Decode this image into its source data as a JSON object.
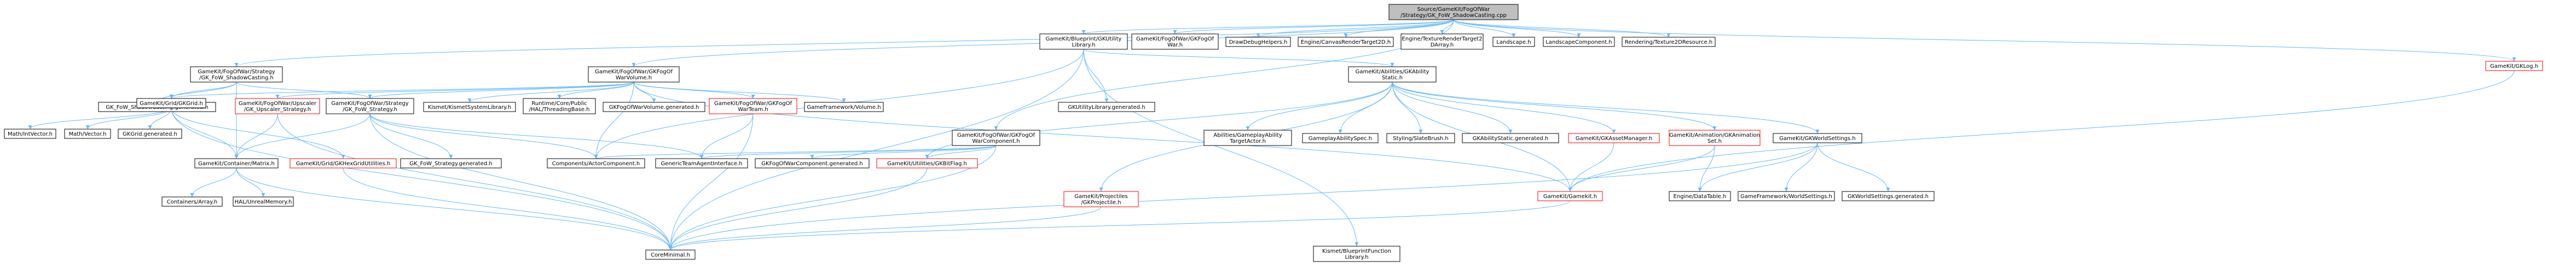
{
  "colors": {
    "edge": "#63b8ff",
    "edge_alt": "#b08ea8",
    "node_border": "#000000",
    "node_border_missing": "#ff0000",
    "root_fill": "#bfbfbf",
    "node_fill": "#ffffff"
  },
  "nodes": [
    {
      "id": "root",
      "lines": [
        "Source/GameKit/FogOfWar",
        "/Strategy/GK_FoW_ShadowCasting.cpp"
      ],
      "kind": "root"
    },
    {
      "id": "strategy_h",
      "lines": [
        "GameKit/FogOfWar/Strategy",
        "/GK_FoW_ShadowCasting.h"
      ],
      "kind": "normal"
    },
    {
      "id": "fow_volume",
      "lines": [
        "GameKit/FogOfWar/GKFogOf",
        "WarVolume.h"
      ],
      "kind": "normal"
    },
    {
      "id": "bp_util",
      "lines": [
        "GameKit/Blueprint/GKUtility",
        "Library.h"
      ],
      "kind": "normal"
    },
    {
      "id": "fow_war",
      "lines": [
        "GameKit/FogOfWar/GKFogOf",
        "War.h"
      ],
      "kind": "normal"
    },
    {
      "id": "drawdebug",
      "lines": [
        "DrawDebugHelpers.h"
      ],
      "kind": "normal"
    },
    {
      "id": "canvas_rt",
      "lines": [
        "Engine/CanvasRenderTarget2D.h"
      ],
      "kind": "normal"
    },
    {
      "id": "tex_rt2darr",
      "lines": [
        "Engine/TextureRenderTarget2",
        "DArray.h"
      ],
      "kind": "normal"
    },
    {
      "id": "landscape",
      "lines": [
        "Landscape.h"
      ],
      "kind": "normal"
    },
    {
      "id": "landscape_comp",
      "lines": [
        "LandscapeComponent.h"
      ],
      "kind": "normal"
    },
    {
      "id": "tex2dres",
      "lines": [
        "Rendering/Texture2DResource.h"
      ],
      "kind": "normal"
    },
    {
      "id": "gklog",
      "lines": [
        "GameKit/GKLog.h"
      ],
      "kind": "missing"
    },
    {
      "id": "shadow_gen",
      "lines": [
        "GK_FoW_ShadowCasting.generated.h"
      ],
      "kind": "normal"
    },
    {
      "id": "gkgrid",
      "lines": [
        "GameKit/Grid/GKGrid.h"
      ],
      "kind": "normal"
    },
    {
      "id": "upscaler",
      "lines": [
        "GameKit/FogOfWar/Upscaler",
        "/GK_Upscaler_Strategy.h"
      ],
      "kind": "missing"
    },
    {
      "id": "strategy",
      "lines": [
        "GameKit/FogOfWar/Strategy",
        "/GK_FoW_Strategy.h"
      ],
      "kind": "normal"
    },
    {
      "id": "kismet_sys",
      "lines": [
        "Kismet/KismetSystemLibrary.h"
      ],
      "kind": "normal"
    },
    {
      "id": "threading",
      "lines": [
        "Runtime/Core/Public",
        "/HAL/ThreadingBase.h"
      ],
      "kind": "normal"
    },
    {
      "id": "volume_gen",
      "lines": [
        "GKFogOfWarVolume.generated.h"
      ],
      "kind": "normal"
    },
    {
      "id": "fow_team",
      "lines": [
        "GameKit/FogOfWar/GKFogOf",
        "WarTeam.h"
      ],
      "kind": "missing"
    },
    {
      "id": "gf_volume",
      "lines": [
        "GameFramework/Volume.h"
      ],
      "kind": "normal"
    },
    {
      "id": "fow_comp",
      "lines": [
        "GameKit/FogOfWar/GKFogOf",
        "WarComponent.h"
      ],
      "kind": "normal"
    },
    {
      "id": "util_gen",
      "lines": [
        "GKUtilityLibrary.generated.h"
      ],
      "kind": "normal"
    },
    {
      "id": "gkability",
      "lines": [
        "GameKit/Abilities/GKAbility",
        "Static.h"
      ],
      "kind": "normal"
    },
    {
      "id": "mathint",
      "lines": [
        "Math/IntVector.h"
      ],
      "kind": "normal"
    },
    {
      "id": "mathvec",
      "lines": [
        "Math/Vector.h"
      ],
      "kind": "normal"
    },
    {
      "id": "gkgrid_gen",
      "lines": [
        "GKGrid.generated.h"
      ],
      "kind": "normal"
    },
    {
      "id": "container_mat",
      "lines": [
        "GameKit/Container/Matrix.h"
      ],
      "kind": "normal"
    },
    {
      "id": "hexgrid",
      "lines": [
        "GameKit/Grid/GKHexGridUtilities.h"
      ],
      "kind": "missing"
    },
    {
      "id": "strategy_gen",
      "lines": [
        "GK_FoW_Strategy.generated.h"
      ],
      "kind": "normal"
    },
    {
      "id": "actor_comp",
      "lines": [
        "Components/ActorComponent.h"
      ],
      "kind": "normal"
    },
    {
      "id": "generic_team",
      "lines": [
        "GenericTeamAgentInterface.h"
      ],
      "kind": "normal"
    },
    {
      "id": "comp_gen",
      "lines": [
        "GKFogOfWarComponent.generated.h"
      ],
      "kind": "normal"
    },
    {
      "id": "bitflag",
      "lines": [
        "GameKit/Utilities/GKBitFlag.h"
      ],
      "kind": "missing"
    },
    {
      "id": "projectiles",
      "lines": [
        "GameKit/Projectiles",
        "/GKProjectile.h"
      ],
      "kind": "missing"
    },
    {
      "id": "abilities_ta",
      "lines": [
        "Abilities/GameplayAbility",
        "TargetActor.h"
      ],
      "kind": "normal"
    },
    {
      "id": "gas_spec",
      "lines": [
        "GameplayAbilitySpec.h"
      ],
      "kind": "normal"
    },
    {
      "id": "slate_brush",
      "lines": [
        "Styling/SlateBrush.h"
      ],
      "kind": "normal"
    },
    {
      "id": "ability_gen",
      "lines": [
        "GKAbilityStatic.generated.h"
      ],
      "kind": "normal"
    },
    {
      "id": "asset_mgr",
      "lines": [
        "GameKit/GKAssetManager.h"
      ],
      "kind": "missing"
    },
    {
      "id": "anim_set",
      "lines": [
        "GameKit/Animation/GKAnimation",
        "Set.h"
      ],
      "kind": "missing"
    },
    {
      "id": "world_settings",
      "lines": [
        "GameKit/GKWorldSettings.h"
      ],
      "kind": "normal"
    },
    {
      "id": "containers_arr",
      "lines": [
        "Containers/Array.h"
      ],
      "kind": "normal"
    },
    {
      "id": "hal_mem",
      "lines": [
        "HAL/UnrealMemory.h"
      ],
      "kind": "normal"
    },
    {
      "id": "coreminimal",
      "lines": [
        "CoreMinimal.h"
      ],
      "kind": "normal"
    },
    {
      "id": "gamekit_h",
      "lines": [
        "GameKit/Gamekit.h"
      ],
      "kind": "missing"
    },
    {
      "id": "kismet_bpfl",
      "lines": [
        "Kismet/BlueprintFunction",
        "Library.h"
      ],
      "kind": "normal"
    },
    {
      "id": "datatable",
      "lines": [
        "Engine/DataTable.h"
      ],
      "kind": "normal"
    },
    {
      "id": "gf_ws",
      "lines": [
        "GameFramework/WorldSettings.h"
      ],
      "kind": "normal"
    },
    {
      "id": "ws_gen",
      "lines": [
        "GKWorldSettings.generated.h"
      ],
      "kind": "normal"
    }
  ]
}
